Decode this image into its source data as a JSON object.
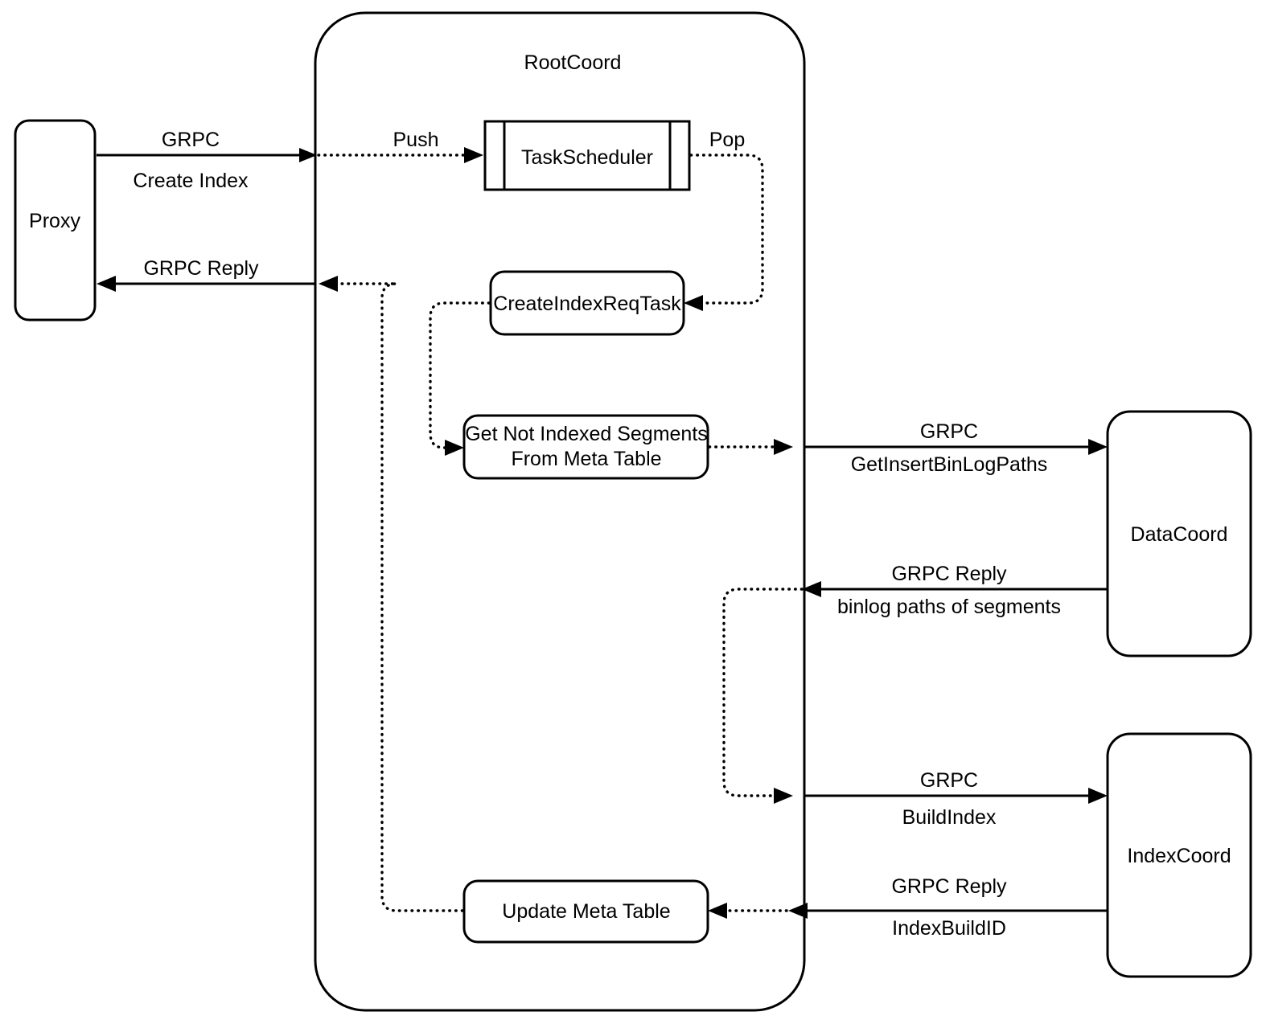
{
  "diagram": {
    "title_visible": "RootCoord",
    "colors": {
      "stroke": "#000000",
      "fill": "#ffffff",
      "text": "#000000"
    },
    "container": {
      "label": "RootCoord"
    },
    "nodes": {
      "proxy": {
        "label": "Proxy"
      },
      "task_scheduler": {
        "label": "TaskScheduler"
      },
      "create_index_req_task": {
        "label": "CreateIndexReqTask"
      },
      "get_not_indexed_segments": {
        "line1": "Get Not Indexed Segments",
        "line2": "From Meta Table"
      },
      "update_meta_table": {
        "label": "Update Meta Table"
      },
      "data_coord": {
        "label": "DataCoord"
      },
      "index_coord": {
        "label": "IndexCoord"
      }
    },
    "edges": {
      "proxy_to_rootcoord": {
        "label_top": "GRPC",
        "label_bottom": "Create Index"
      },
      "rootcoord_to_proxy": {
        "label_top": "GRPC Reply"
      },
      "push_to_scheduler": {
        "label": "Push"
      },
      "pop_from_scheduler": {
        "label": "Pop"
      },
      "rootcoord_to_datacoord": {
        "label_top": "GRPC",
        "label_bottom": "GetInsertBinLogPaths"
      },
      "datacoord_to_rootcoord": {
        "label_top": "GRPC Reply",
        "label_bottom": "binlog paths of segments"
      },
      "rootcoord_to_indexcoord": {
        "label_top": "GRPC",
        "label_bottom": "BuildIndex"
      },
      "indexcoord_to_rootcoord": {
        "label_top": "GRPC Reply",
        "label_bottom": "IndexBuildID"
      }
    }
  }
}
